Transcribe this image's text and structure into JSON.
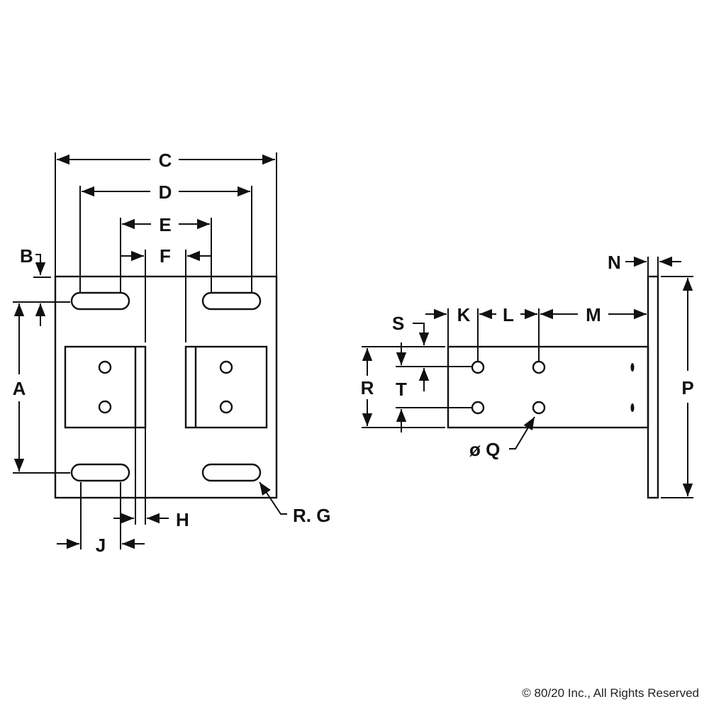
{
  "drawing": {
    "title": "Mounting plate technical drawing",
    "views": [
      "front-view",
      "side-view"
    ],
    "dimension_labels": {
      "A": "A",
      "B": "B",
      "C": "C",
      "D": "D",
      "E": "E",
      "F": "F",
      "G": "R. G",
      "H": "H",
      "J": "J",
      "K": "K",
      "L": "L",
      "M": "M",
      "N": "N",
      "P": "P",
      "Q": "ø Q",
      "R": "R",
      "S": "S",
      "T": "T"
    },
    "colors": {
      "line": "#111111",
      "background": "#ffffff"
    }
  },
  "footer": {
    "copyright": "© 80/20 Inc., All Rights Reserved"
  }
}
